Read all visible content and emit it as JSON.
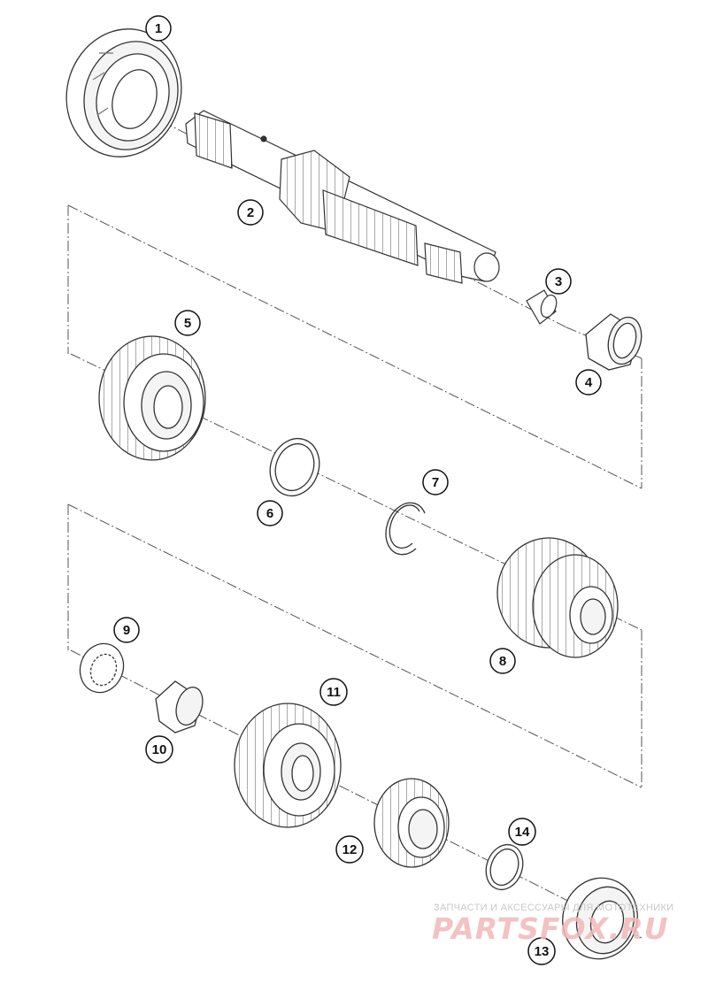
{
  "callouts": [
    {
      "id": "1",
      "part": "bearing"
    },
    {
      "id": "2",
      "part": "main-shaft"
    },
    {
      "id": "3",
      "part": "needle-sleeve"
    },
    {
      "id": "4",
      "part": "bushing"
    },
    {
      "id": "5",
      "part": "gear"
    },
    {
      "id": "6",
      "part": "thrust-washer"
    },
    {
      "id": "7",
      "part": "circlip"
    },
    {
      "id": "8",
      "part": "sliding-gear"
    },
    {
      "id": "9",
      "part": "splined-washer"
    },
    {
      "id": "10",
      "part": "needle-bushing"
    },
    {
      "id": "11",
      "part": "large-gear"
    },
    {
      "id": "12",
      "part": "small-gear"
    },
    {
      "id": "13",
      "part": "bearing"
    },
    {
      "id": "14",
      "part": "washer"
    }
  ],
  "watermark": {
    "text_small": "ЗАПЧАСТИ И АКСЕССУАРЫ ДЛЯ МОТОТЕХНИКИ",
    "logo": "PARTSFOX.RU"
  }
}
